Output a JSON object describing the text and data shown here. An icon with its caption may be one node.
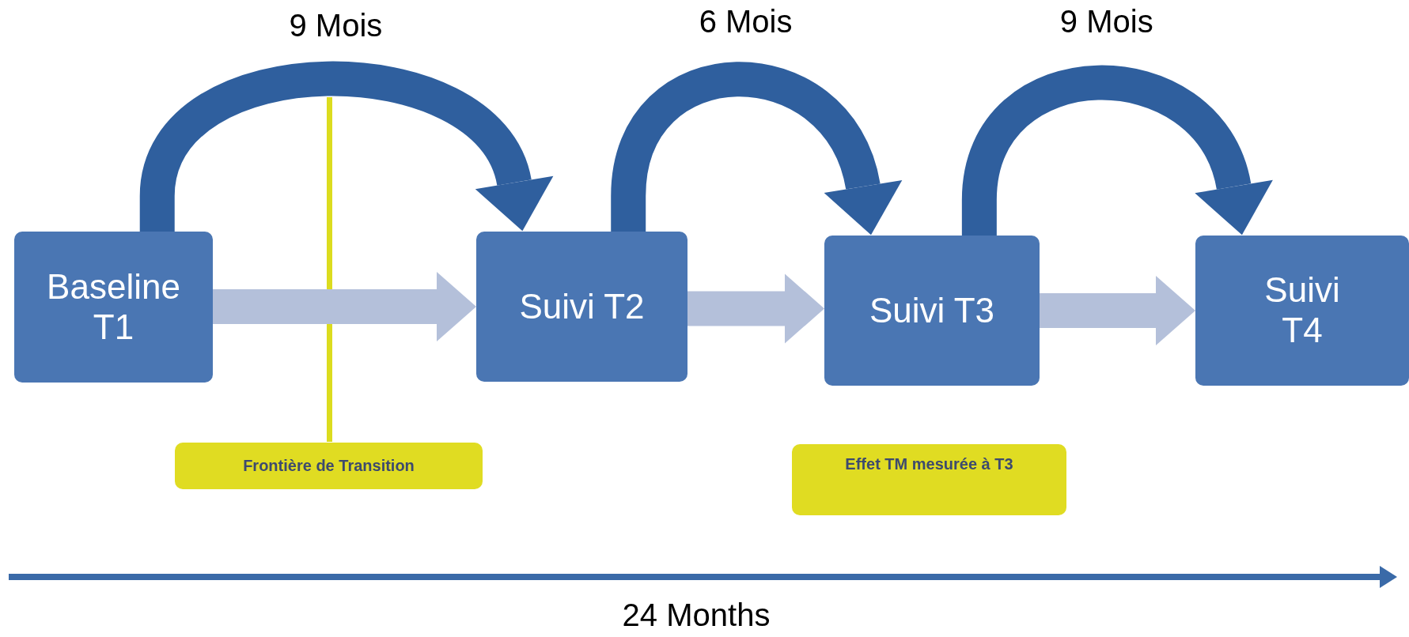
{
  "diagram": {
    "nodes": [
      {
        "text": [
          "Baseline T1"
        ]
      },
      {
        "text": [
          "Suivi T2"
        ]
      },
      {
        "text": [
          "Suivi T3"
        ]
      },
      {
        "text": [
          "Suivi T4"
        ]
      },
      {
        "text": [
          "Frontière de Transition"
        ]
      },
      {
        "text": [
          "Effet TM mesurée à T3"
        ]
      }
    ],
    "edges": [
      {
        "from": 0,
        "to": 1,
        "arrow": "to",
        "label": "9 Mois"
      },
      {
        "from": 1,
        "to": 2,
        "arrow": "to",
        "label": "6 Mois"
      },
      {
        "from": 2,
        "to": 3,
        "arrow": "to",
        "label": "9 Mois"
      },
      {
        "from": 0,
        "to": 1,
        "arrow": "to",
        "color": "#b4c0da"
      },
      {
        "from": 1,
        "to": 2,
        "arrow": "to",
        "color": "#b4c0da"
      },
      {
        "from": 2,
        "to": 3,
        "arrow": "to",
        "color": "#b4c0da"
      }
    ],
    "labels": [
      "24 Months"
    ]
  }
}
